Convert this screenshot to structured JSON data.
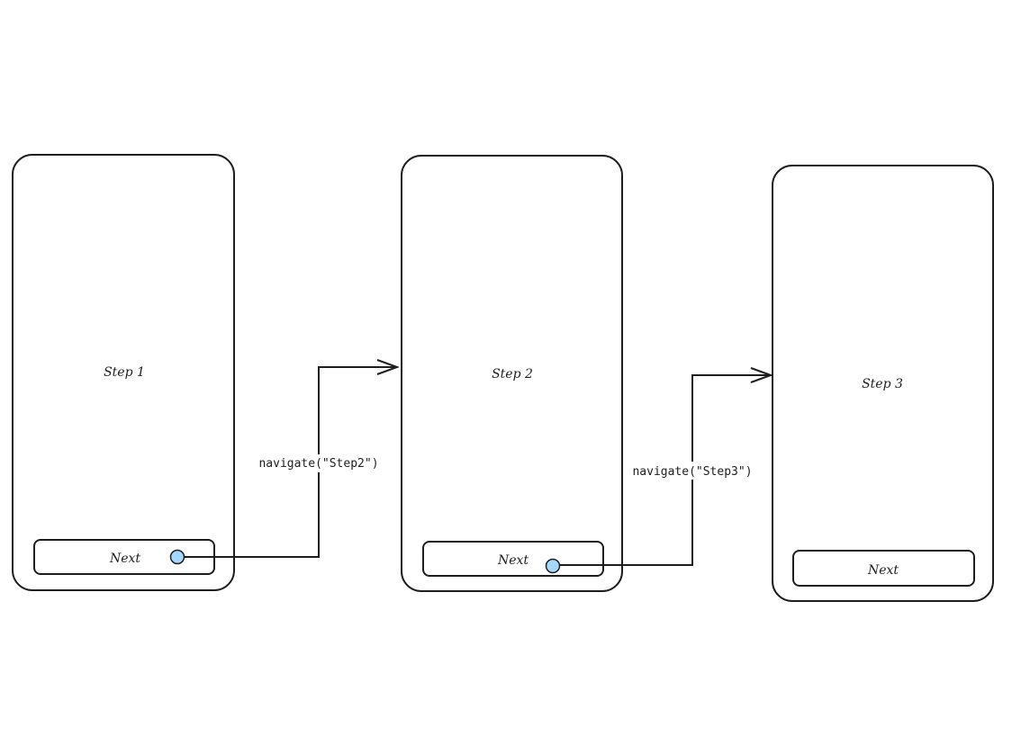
{
  "screens": [
    {
      "title": "Step 1",
      "button_label": "Next"
    },
    {
      "title": "Step 2",
      "button_label": "Next"
    },
    {
      "title": "Step 3",
      "button_label": "Next"
    }
  ],
  "connections": [
    {
      "label": "navigate(\"Step2\")"
    },
    {
      "label": "navigate(\"Step3\")"
    }
  ],
  "colors": {
    "stroke": "#1e1e1e",
    "dot_fill": "#a5d8ff",
    "background": "#ffffff"
  }
}
